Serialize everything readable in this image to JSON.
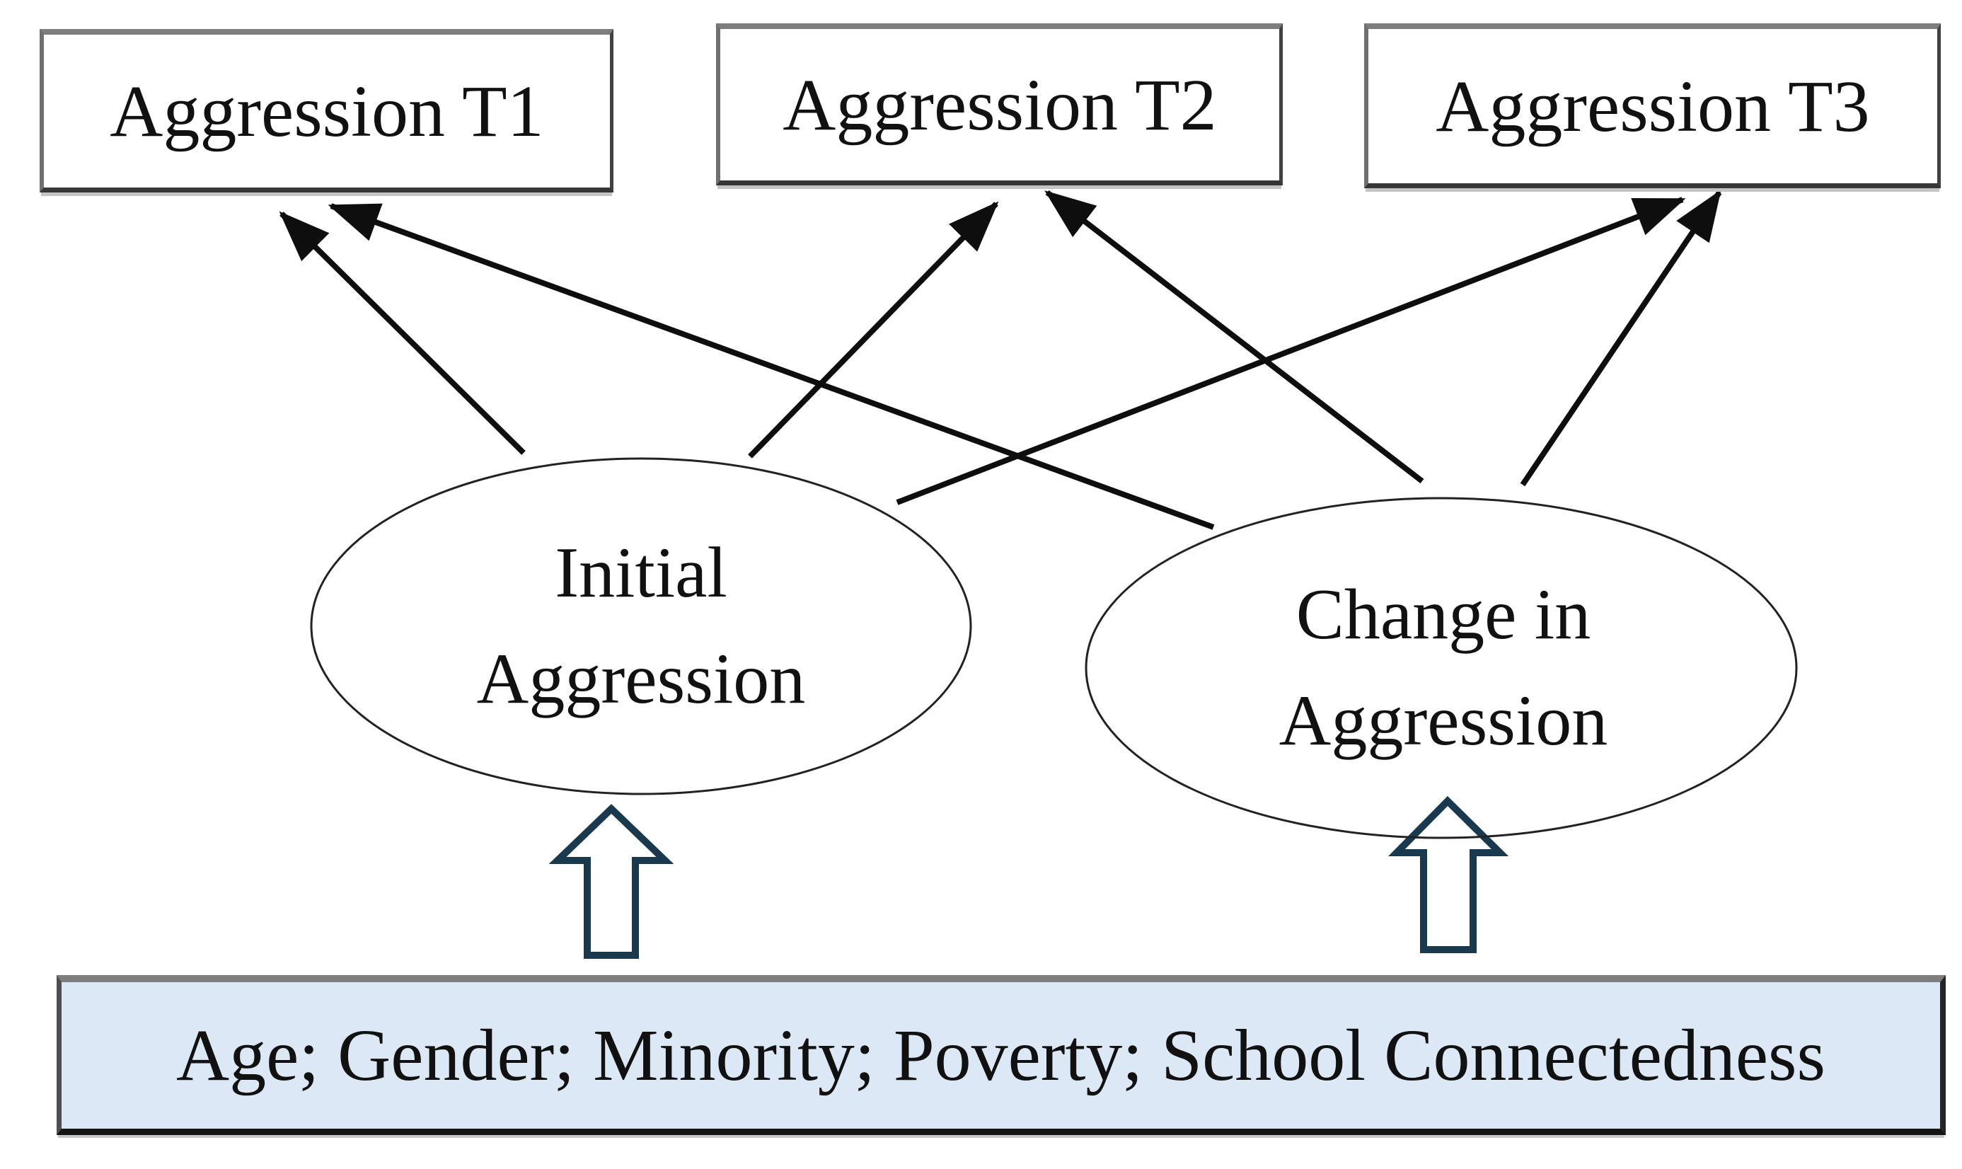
{
  "figure": {
    "description": "Latent growth model path diagram: two latent factors predicting aggression at three time points, with covariates influencing the latent factors",
    "observed": [
      {
        "id": "t1",
        "label": "Aggression T1"
      },
      {
        "id": "t2",
        "label": "Aggression T2"
      },
      {
        "id": "t3",
        "label": "Aggression T3"
      }
    ],
    "latent": [
      {
        "id": "initial",
        "line1": "Initial",
        "line2": "Aggression"
      },
      {
        "id": "change",
        "line1": "Change in",
        "line2": "Aggression"
      }
    ],
    "covariates": {
      "label": "Age; Gender; Minority; Poverty; School Connectedness"
    },
    "edges": [
      {
        "from": "Initial Aggression",
        "to": "Aggression T1",
        "style": "line-arrow"
      },
      {
        "from": "Initial Aggression",
        "to": "Aggression T2",
        "style": "line-arrow"
      },
      {
        "from": "Initial Aggression",
        "to": "Aggression T3",
        "style": "line-arrow"
      },
      {
        "from": "Change in Aggression",
        "to": "Aggression T1",
        "style": "line-arrow"
      },
      {
        "from": "Change in Aggression",
        "to": "Aggression T2",
        "style": "line-arrow"
      },
      {
        "from": "Change in Aggression",
        "to": "Aggression T3",
        "style": "line-arrow"
      },
      {
        "from": "Covariates",
        "to": "Initial Aggression",
        "style": "block-arrow"
      },
      {
        "from": "Covariates",
        "to": "Change in Aggression",
        "style": "block-arrow"
      }
    ],
    "colors": {
      "background": "#ffffff",
      "line": "#0e0e0e",
      "ellipse_stroke": "#222222",
      "box_border_gray": "#7d7d7d",
      "box_border_dark": "#373737",
      "covariates_fill": "#dce8f5",
      "block_arrow_outline": "#1b394e",
      "block_arrow_fill": "#ffffff"
    }
  }
}
